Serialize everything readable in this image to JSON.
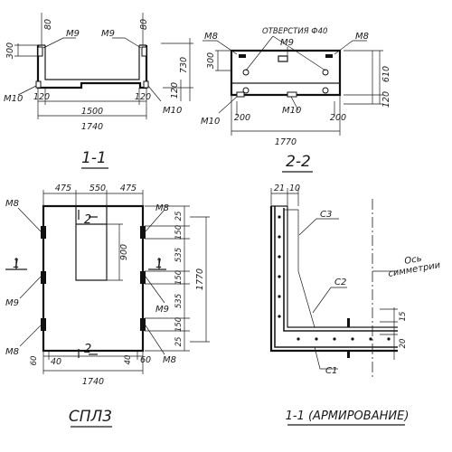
{
  "view_1_1": {
    "title": "1-1",
    "dims": {
      "top_left": "80",
      "top_right": "80",
      "left_height": "300",
      "right_height": "730",
      "right_small": "120",
      "bottom_left": "120",
      "bottom_mid": "1500",
      "bottom_right": "120",
      "total": "1740"
    },
    "labels": {
      "m9_left": "M9",
      "m9_right": "M9",
      "m10_left": "M10",
      "m10_right": "M10"
    }
  },
  "view_2_2": {
    "title": "2-2",
    "hole_note": "ОТВЕРСТИЯ Ф40",
    "dims": {
      "left_height": "300",
      "right_height": "610",
      "right_small": "120",
      "bottom_left": "200",
      "bottom_right": "200",
      "total": "1770"
    },
    "labels": {
      "m8_left": "M8",
      "m8_right": "M8",
      "m9": "M9",
      "m10_left": "M10",
      "m10_mid": "M10"
    }
  },
  "view_plan": {
    "title": "СПЛ3",
    "dims": {
      "top_left": "475",
      "top_mid": "550",
      "top_right": "475",
      "opening_height": "900",
      "right_col": [
        "25",
        "150",
        "535",
        "150",
        "535",
        "150",
        "25"
      ],
      "total_height": "1770",
      "bottom_left": "40",
      "bottom_left_edge": "60",
      "bottom_right": "40",
      "bottom_right_edge": "60",
      "total": "1740"
    },
    "labels": {
      "m8_top_left": "M8",
      "m9_left": "M9",
      "m8_bottom_left": "M8",
      "m8_top_right": "M8",
      "m9_right": "M9",
      "m8_bottom_right": "M8",
      "section_1_left": "1",
      "section_1_right": "1",
      "section_2_top": "2",
      "section_2_bottom": "2"
    }
  },
  "view_reinf": {
    "title": "1-1 (АРМИРОВАНИЕ)",
    "dims": {
      "top_a": "21",
      "top_b": "10",
      "right_top": "15",
      "right_bottom": "20"
    },
    "labels": {
      "c3": "С3",
      "c2": "С2",
      "c1": "С1",
      "axis_line1": "Ось",
      "axis_line2": "симметрии"
    }
  }
}
